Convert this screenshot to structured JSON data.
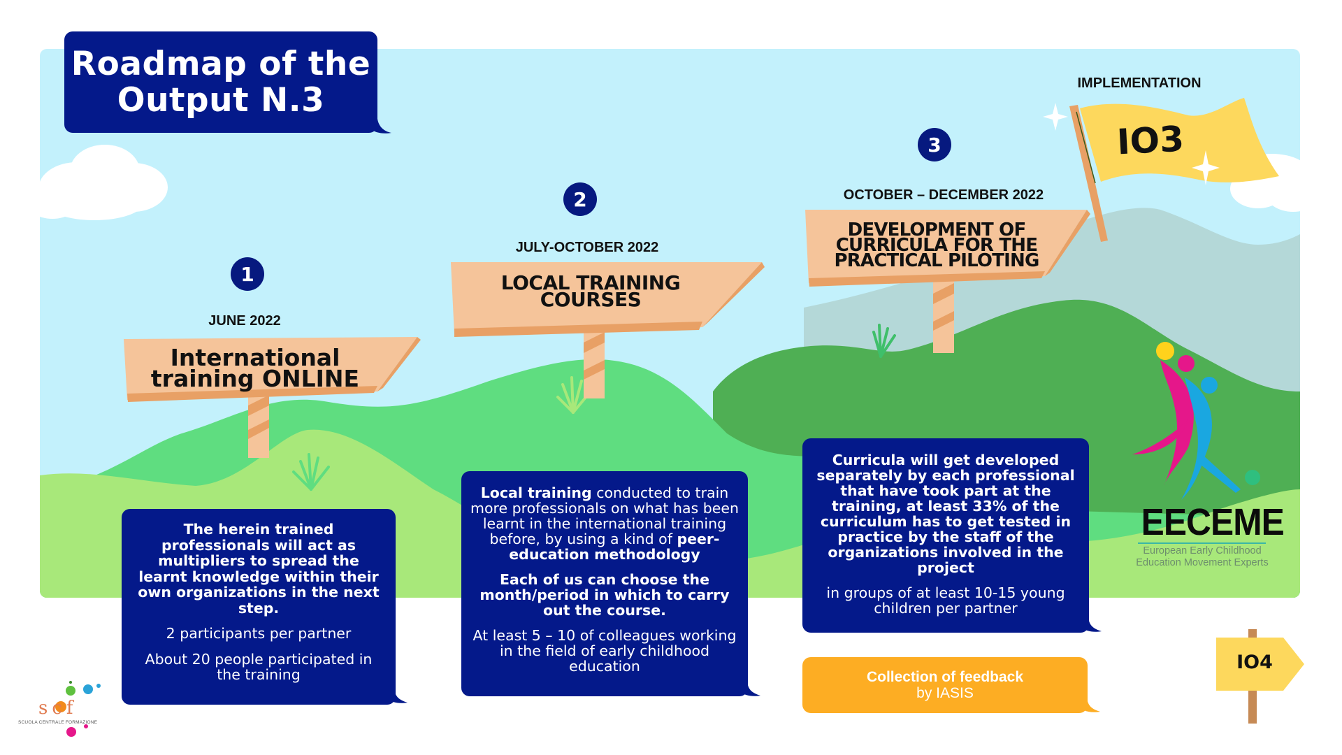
{
  "title": {
    "line1": "Roadmap of the",
    "line2": "Output N.3"
  },
  "colors": {
    "navy": "#04198a",
    "sky": "#c3f1fc",
    "hill_light": "#a8e87a",
    "hill_mid": "#5fdd80",
    "hill_dark": "#4faf54",
    "mountain": "#b4d8d8",
    "wood": "#f5c49a",
    "wood_dark": "#e8a065",
    "flag_yellow": "#fdd85d",
    "feedback_orange": "#fdad23"
  },
  "steps": [
    {
      "number": "1",
      "date": "JUNE 2022",
      "sign": {
        "line1": "International",
        "line2": "training ONLINE"
      },
      "description": {
        "paragraph1": "The herein trained professionals will act as multipliers to spread the learnt knowledge within their own organizations in the next step.",
        "paragraph2": "2 participants per partner",
        "paragraph3": "About 20 people participated in the training"
      }
    },
    {
      "number": "2",
      "date": "JULY-OCTOBER 2022",
      "sign": {
        "line1": "LOCAL TRAINING",
        "line2": "COURSES"
      },
      "description": {
        "p1_bold_lead": "Local training",
        "p1_mid": " conducted to train more professionals on what has been learnt in the international training before, by using a kind of ",
        "p1_bold_tail": "peer-education methodology",
        "paragraph2": "Each of us can choose the month/period in which to carry out the course.",
        "paragraph3": "At least 5 – 10 of colleagues working in the field of early childhood education"
      }
    },
    {
      "number": "3",
      "date": "OCTOBER – DECEMBER 2022",
      "sign": {
        "line1": "DEVELOPMENT OF",
        "line2": "CURRICULA FOR THE",
        "line3": "PRACTICAL PILOTING"
      },
      "description": {
        "paragraph1": "Curricula will get developed separately by each professional that have took part at the training, at least 33% of the curriculum has to get tested in practice by the staff of the organizations involved in the project",
        "paragraph2": "in groups of at least 10-15 young children per partner"
      }
    }
  ],
  "feedback": {
    "line1": "Collection of feedback",
    "line2": "by IASIS"
  },
  "implementation": {
    "label": "IMPLEMENTATION",
    "flag_text": "IO3"
  },
  "next_output": {
    "sign_text": "IO4"
  },
  "logos": {
    "eeceme": {
      "name": "EECEME",
      "subtitle_line1": "European Early Childhood",
      "subtitle_line2": "Education Movement Experts"
    },
    "scf": {
      "letters": "scf",
      "subtitle": "SCUOLA CENTRALE FORMAZIONE"
    }
  }
}
